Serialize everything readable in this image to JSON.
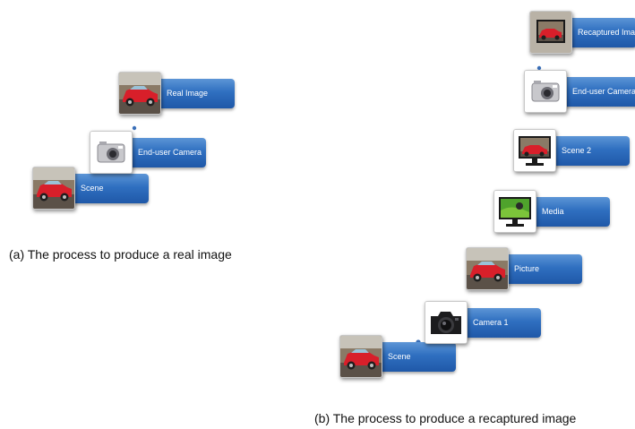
{
  "diagram_a": {
    "caption": "(a)  The process to produce a real image",
    "steps": [
      {
        "label": "Scene",
        "icon": "car-scene-photo-icon"
      },
      {
        "label": "End-user Camera",
        "icon": "compact-camera-icon"
      },
      {
        "label": "Real Image",
        "icon": "car-photo-icon"
      }
    ]
  },
  "diagram_b": {
    "caption": "(b)  The process to produce a recaptured image",
    "steps": [
      {
        "label": "Scene",
        "icon": "car-scene-photo-icon"
      },
      {
        "label": "Camera 1",
        "icon": "dslr-camera-icon"
      },
      {
        "label": "Picture",
        "icon": "car-photo-icon"
      },
      {
        "label": "Media",
        "icon": "monitor-icon"
      },
      {
        "label": "Scene 2",
        "icon": "monitor-with-photo-icon"
      },
      {
        "label": "End-user Camera",
        "icon": "compact-camera-icon"
      },
      {
        "label": "Recaptured Image",
        "icon": "recaptured-photo-icon"
      }
    ]
  },
  "colors": {
    "bar_top": "#5c95d6",
    "bar_bottom": "#1f58a8",
    "connector_dots": "#3a6fb8",
    "caption_text": "#111111"
  }
}
